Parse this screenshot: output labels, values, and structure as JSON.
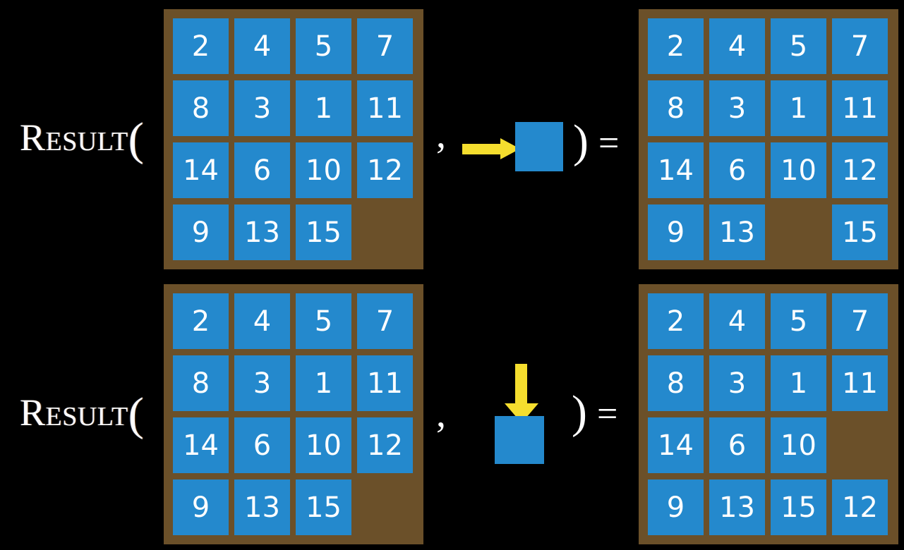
{
  "slide": {
    "background_color": "#000000",
    "tile_color": "#2489cd",
    "board_color": "#6b5029",
    "arrow_color": "#f5de2e",
    "text_color": "#ffffff"
  },
  "labels": {
    "result_word": "Result",
    "paren_open": "(",
    "paren_close": ")",
    "comma": ",",
    "equals": "="
  },
  "rows": [
    {
      "id": "top",
      "function_label": "Result",
      "operand_icon": "right-arrow-tile-icon",
      "operand_direction": "right",
      "input_board": {
        "name": "input-board-top",
        "rows": [
          [
            "2",
            "4",
            "5",
            "7"
          ],
          [
            "8",
            "3",
            "1",
            "11"
          ],
          [
            "14",
            "6",
            "10",
            "12"
          ],
          [
            "9",
            "13",
            "15",
            ""
          ]
        ]
      },
      "output_board": {
        "name": "output-board-top",
        "rows": [
          [
            "2",
            "4",
            "5",
            "7"
          ],
          [
            "8",
            "3",
            "1",
            "11"
          ],
          [
            "14",
            "6",
            "10",
            "12"
          ],
          [
            "9",
            "13",
            "",
            "15"
          ]
        ]
      }
    },
    {
      "id": "bottom",
      "function_label": "Result",
      "operand_icon": "down-arrow-tile-icon",
      "operand_direction": "down",
      "input_board": {
        "name": "input-board-bottom",
        "rows": [
          [
            "2",
            "4",
            "5",
            "7"
          ],
          [
            "8",
            "3",
            "1",
            "11"
          ],
          [
            "14",
            "6",
            "10",
            "12"
          ],
          [
            "9",
            "13",
            "15",
            ""
          ]
        ]
      },
      "output_board": {
        "name": "output-board-bottom",
        "rows": [
          [
            "2",
            "4",
            "5",
            "7"
          ],
          [
            "8",
            "3",
            "1",
            "11"
          ],
          [
            "14",
            "6",
            "10",
            ""
          ],
          [
            "9",
            "13",
            "15",
            "12"
          ]
        ]
      }
    }
  ]
}
